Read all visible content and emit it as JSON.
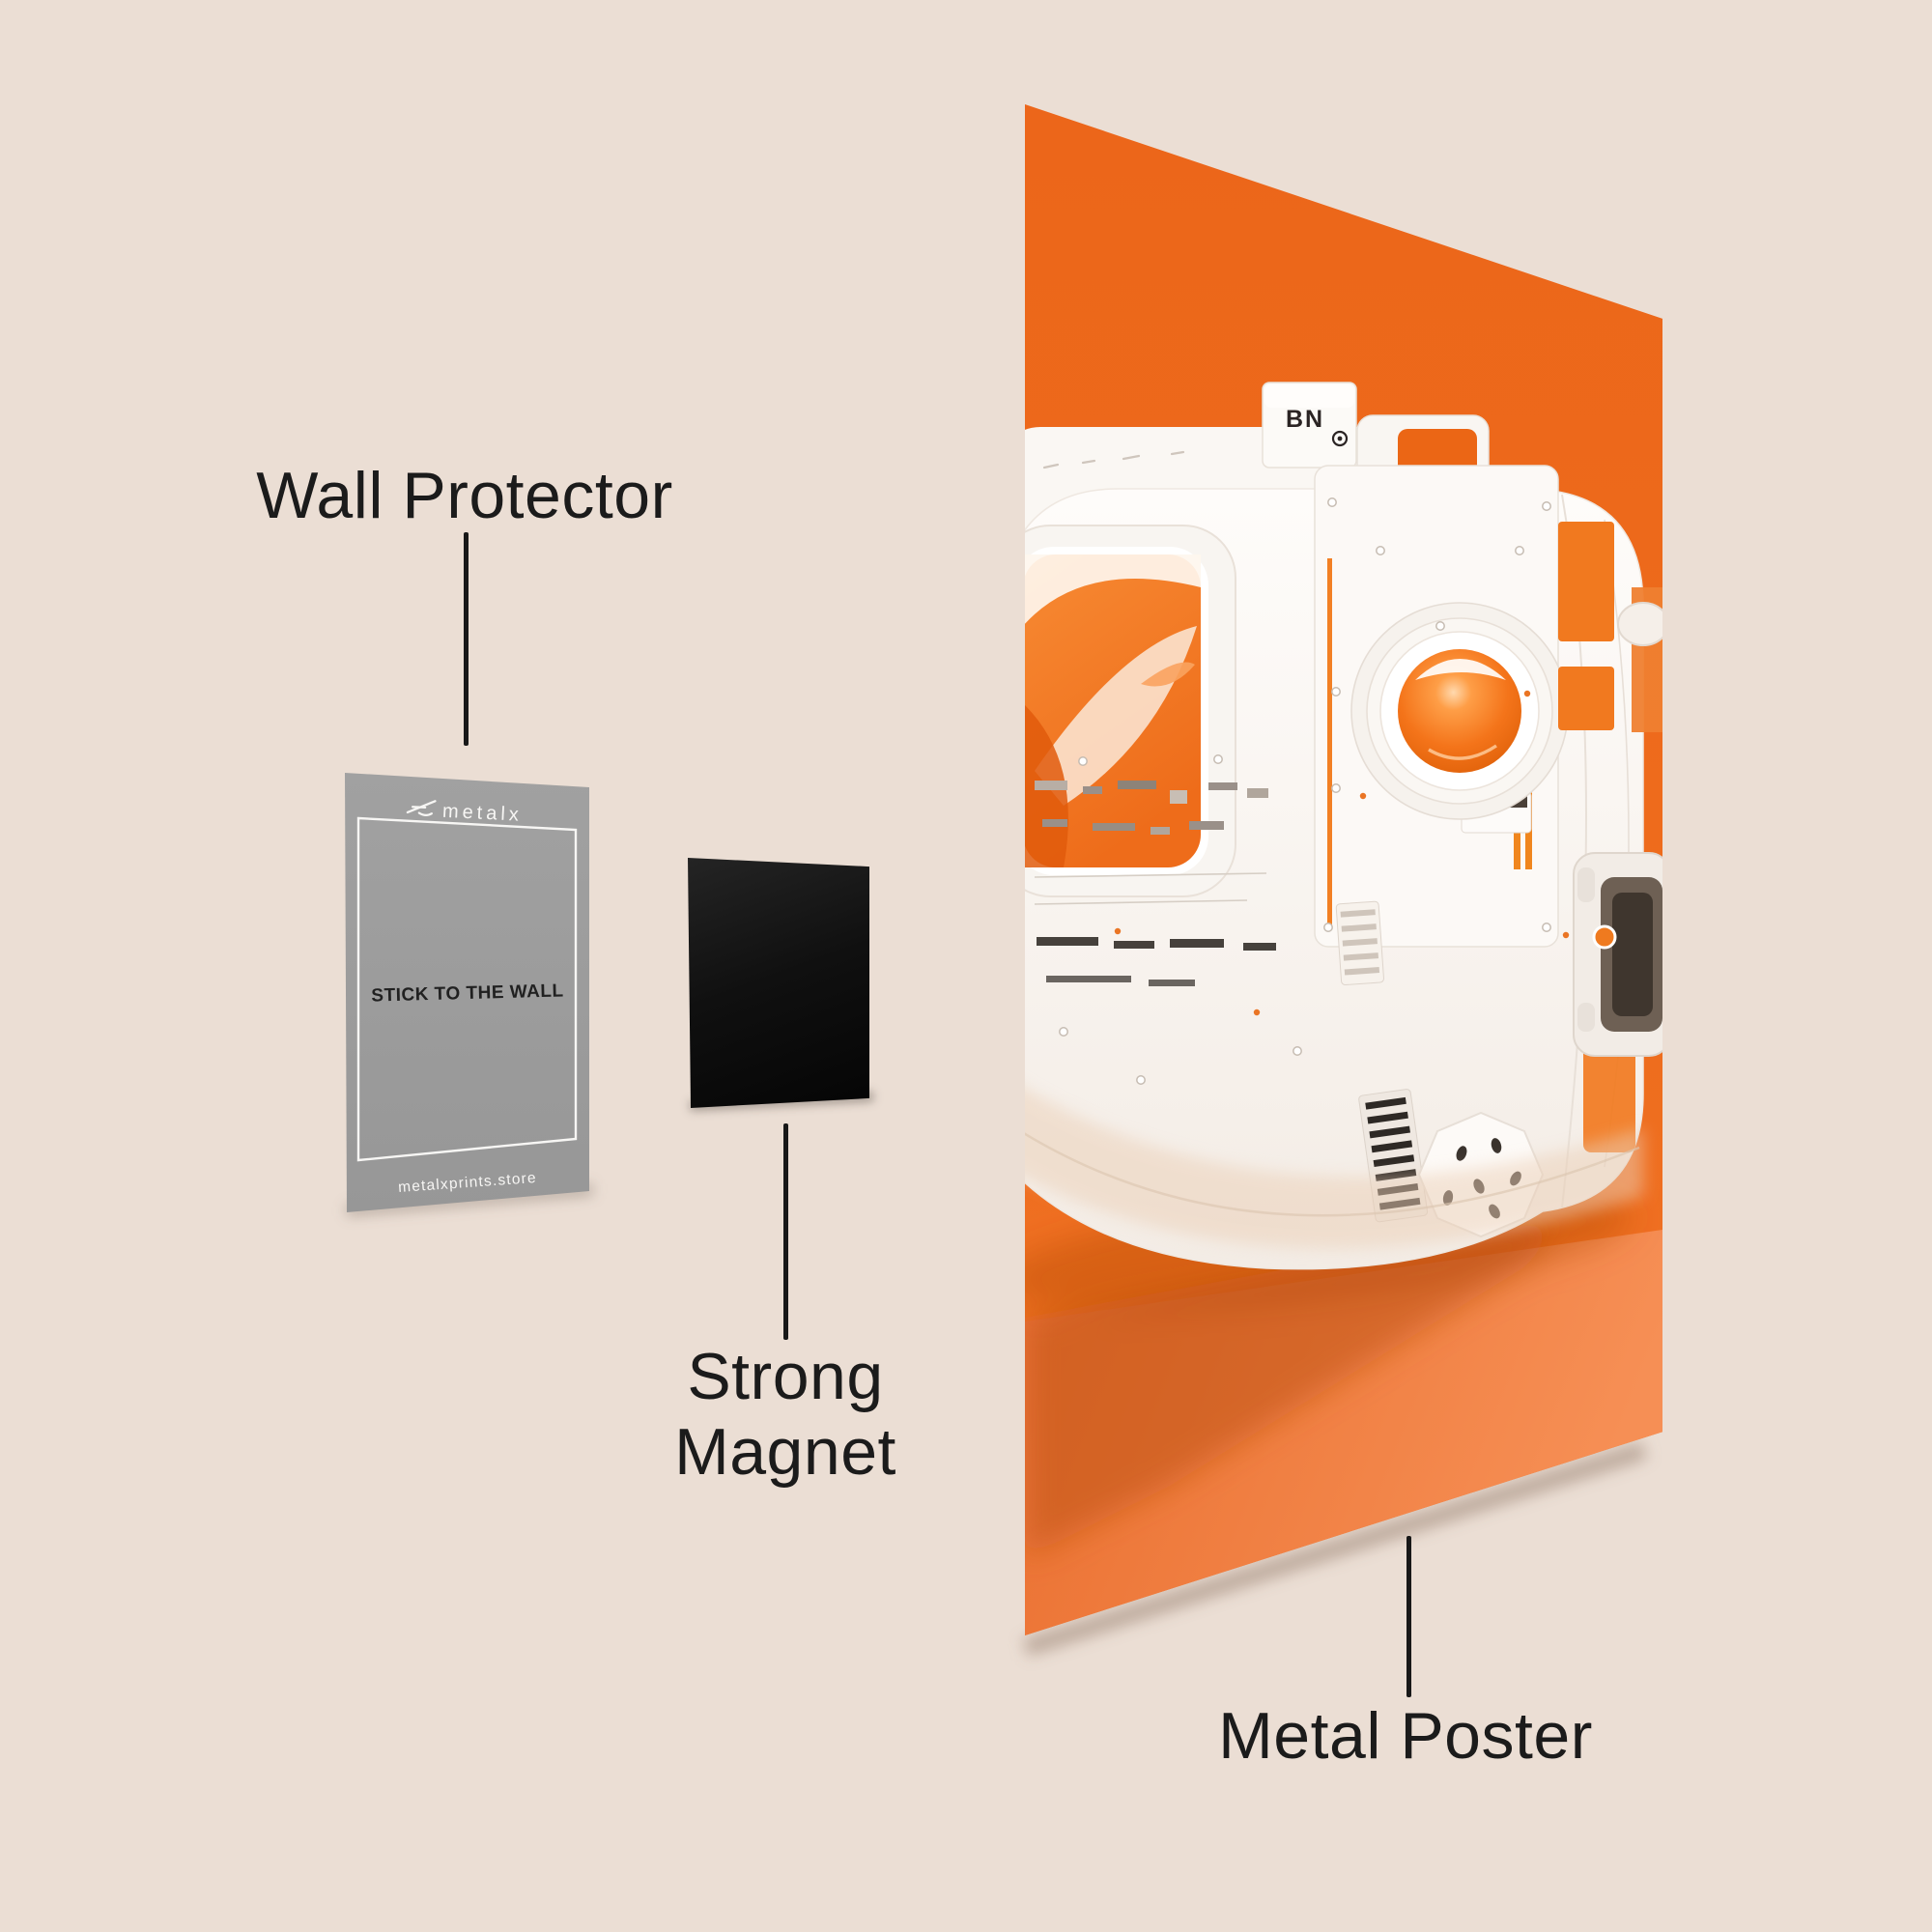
{
  "colors": {
    "background": "#EBDED4",
    "ink": "#1B1B1B",
    "card_gray": "#9C9C9C",
    "card_light": "#F7F6F4",
    "magnet_black": "#141414",
    "poster_wall": "#ED6A1B",
    "poster_floor": "#F28549"
  },
  "callouts": {
    "wall_protector": {
      "label": "Wall Protector"
    },
    "strong_magnet": {
      "line1": "Strong",
      "line2": "Magnet"
    },
    "metal_poster": {
      "label": "Metal Poster"
    }
  },
  "card": {
    "brand": "metalx",
    "message": "STICK TO THE WALL",
    "website": "metalxprints.store"
  },
  "poster": {
    "badge": "BN"
  }
}
